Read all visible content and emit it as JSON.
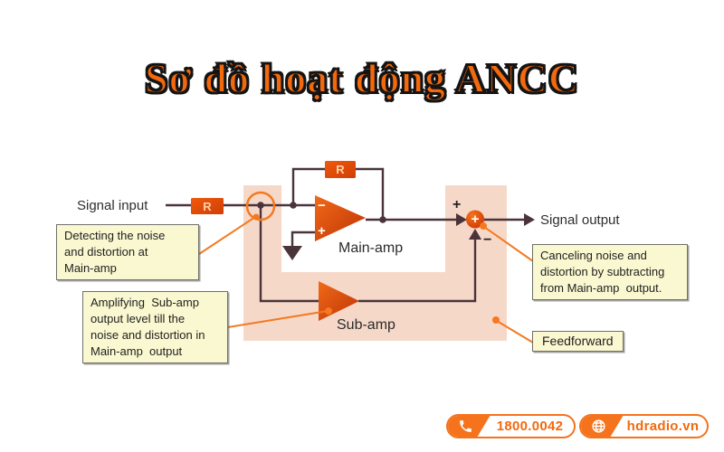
{
  "title": "Sơ đồ hoạt động ANCC",
  "diagram": {
    "labels": {
      "signal_input": "Signal input",
      "signal_output": "Signal output",
      "main_amp": "Main-amp",
      "sub_amp": "Sub-amp",
      "resistor_input": "R",
      "resistor_feedback": "R",
      "main_minus": "−",
      "main_plus": "+",
      "sum_node_plus": "+",
      "sum_plus_label": "+",
      "sum_minus_label": "−"
    },
    "annotations": {
      "detecting": "Detecting the noise\nand distortion at\nMain-amp",
      "amplifying": "Amplifying  Sub-amp\noutput level till the\nnoise and distortion in\nMain-amp  output",
      "canceling": "Canceling noise and\ndistortion by subtracting\nfrom Main-amp  output.",
      "feedforward": "Feedforward"
    },
    "colors": {
      "accent_orange": "#F4731C",
      "title_orange": "#F2690E",
      "wire": "#4A343A",
      "feedforward_highlight": "#F6D8C9",
      "note_yellow": "#FAF8D0",
      "amp_gradient_start": "#F06A18",
      "amp_gradient_end": "#BF3306"
    },
    "icons": [
      "phone-icon",
      "globe-icon"
    ]
  },
  "footer": {
    "phone": "1800.0042",
    "website": "hdradio.vn"
  }
}
